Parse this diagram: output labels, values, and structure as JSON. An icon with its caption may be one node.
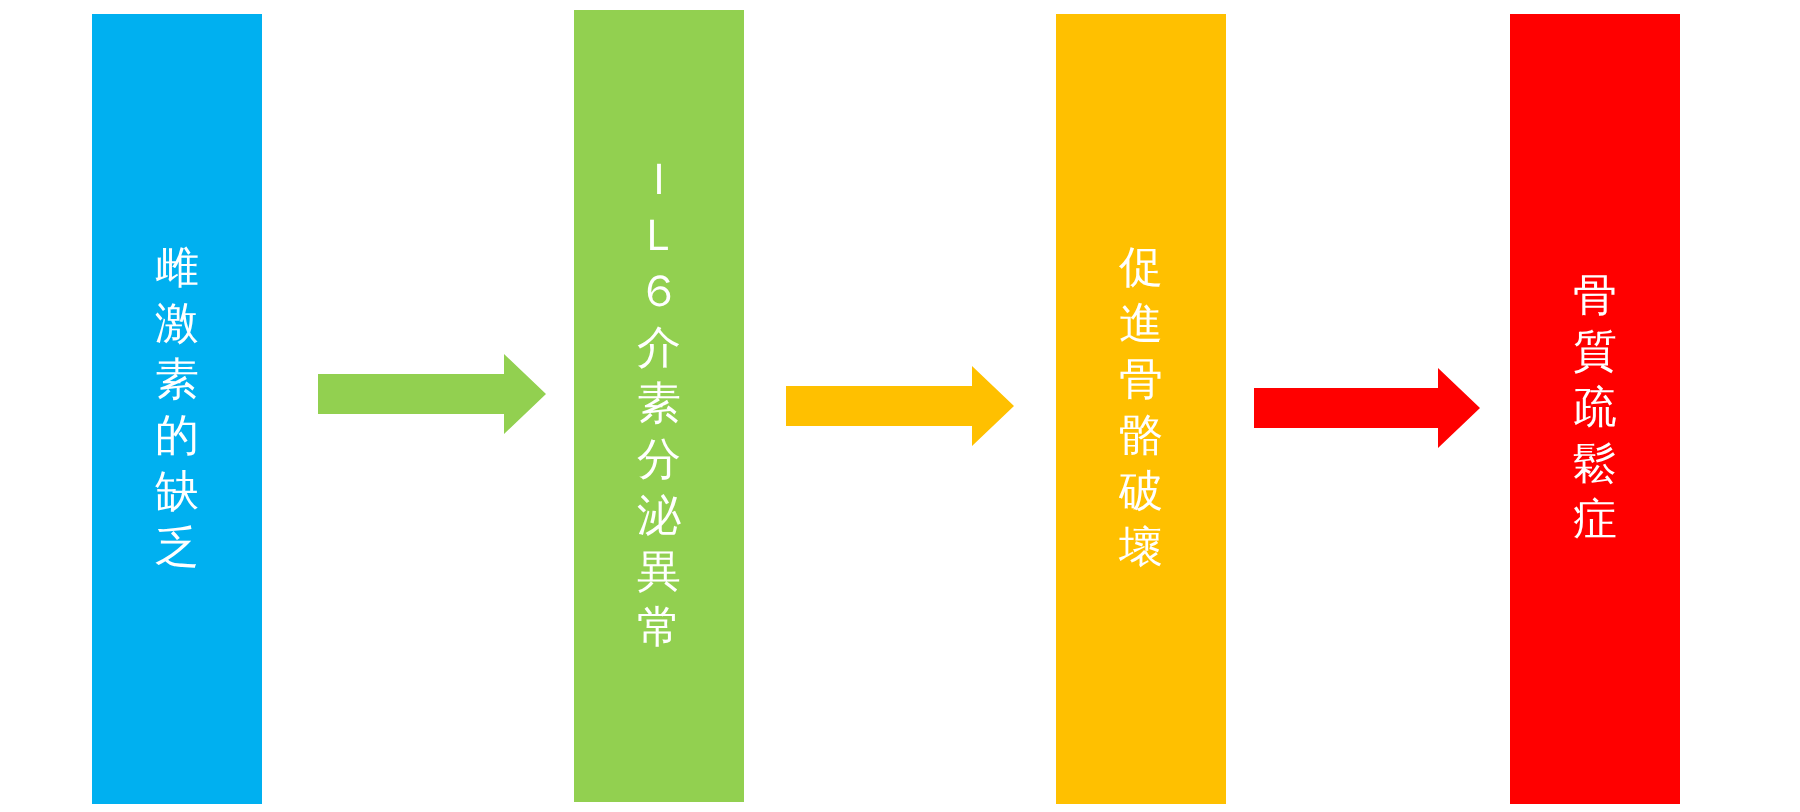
{
  "diagram": {
    "nodes": [
      {
        "text": [
          "雌激素的缺乏"
        ]
      },
      {
        "text": [
          "ＩＬ６介素分泌異常"
        ]
      },
      {
        "text": [
          "促進骨骼破壞"
        ]
      },
      {
        "text": [
          "骨質疏鬆症"
        ]
      }
    ],
    "edges": [
      {
        "from": 0,
        "to": 1,
        "arrow": "to",
        "color": "#92d050"
      },
      {
        "from": 1,
        "to": 2,
        "arrow": "to",
        "color": "#ffc000"
      },
      {
        "from": 2,
        "to": 3,
        "arrow": "to",
        "color": "#ff0000"
      }
    ]
  }
}
